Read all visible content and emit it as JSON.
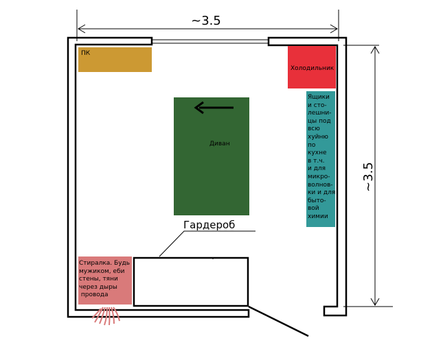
{
  "dimensions": {
    "width_label": "~3.5",
    "height_label": "~3.5"
  },
  "labels": {
    "pc": "ПК",
    "fridge": "Холодильник",
    "shelves": "Ящики\nи сто-\nлешни-\nцы под\nвсю\nхуйню\nпо\nкухне\nв т.ч.\nи для\nмикро-\nволнов-\nки и для\nбыто-\nвой\nхимии",
    "sofa": "Диван",
    "wardrobe": "Гардероб",
    "washer": "Стиралка. Будь\nмужиком, еби\nстены, тяни\nчерез дыры\n провода"
  },
  "colors": {
    "pc": "#cc9933",
    "fridge": "#e8303a",
    "shelves": "#339999",
    "sofa": "#336633",
    "washer": "#d97a7a",
    "wires": "#d97a7a",
    "walls": "#000000"
  }
}
